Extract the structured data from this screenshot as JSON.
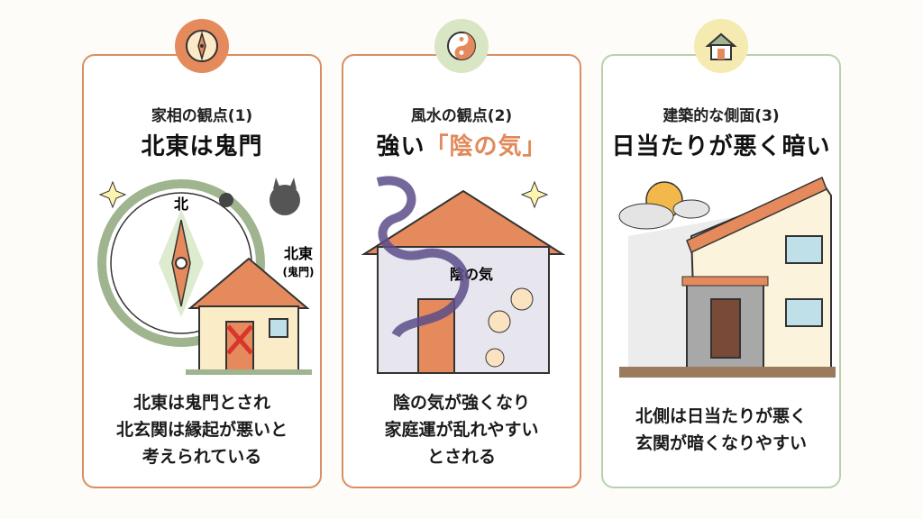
{
  "colors": {
    "accent": "#e0895a",
    "card_border_orange": "#d98e61",
    "card_border_green": "#b9d1ac"
  },
  "cards": [
    {
      "icon": "compass-icon",
      "subtitle": "家相の観点(1)",
      "title": "北東は鬼門",
      "labels": {
        "north": "北",
        "northeast": "北東",
        "kimon": "(鬼門)"
      },
      "desc": [
        "北東は鬼門とされ",
        "北玄関は縁起が悪いと",
        "考えられている"
      ]
    },
    {
      "icon": "yin-yang-icon",
      "subtitle": "風水の観点(2)",
      "title_prefix": "強い",
      "title_accent": "「陰の気」",
      "labels": {
        "yin": "陰の気"
      },
      "desc": [
        "陰の気が強くなり",
        "家庭運が乱れやすい",
        "とされる"
      ]
    },
    {
      "icon": "house-icon",
      "subtitle": "建築的な側面(3)",
      "title": "日当たりが悪く暗い",
      "desc": [
        "北側は日当たりが悪く",
        "玄関が暗くなりやすい"
      ]
    }
  ]
}
